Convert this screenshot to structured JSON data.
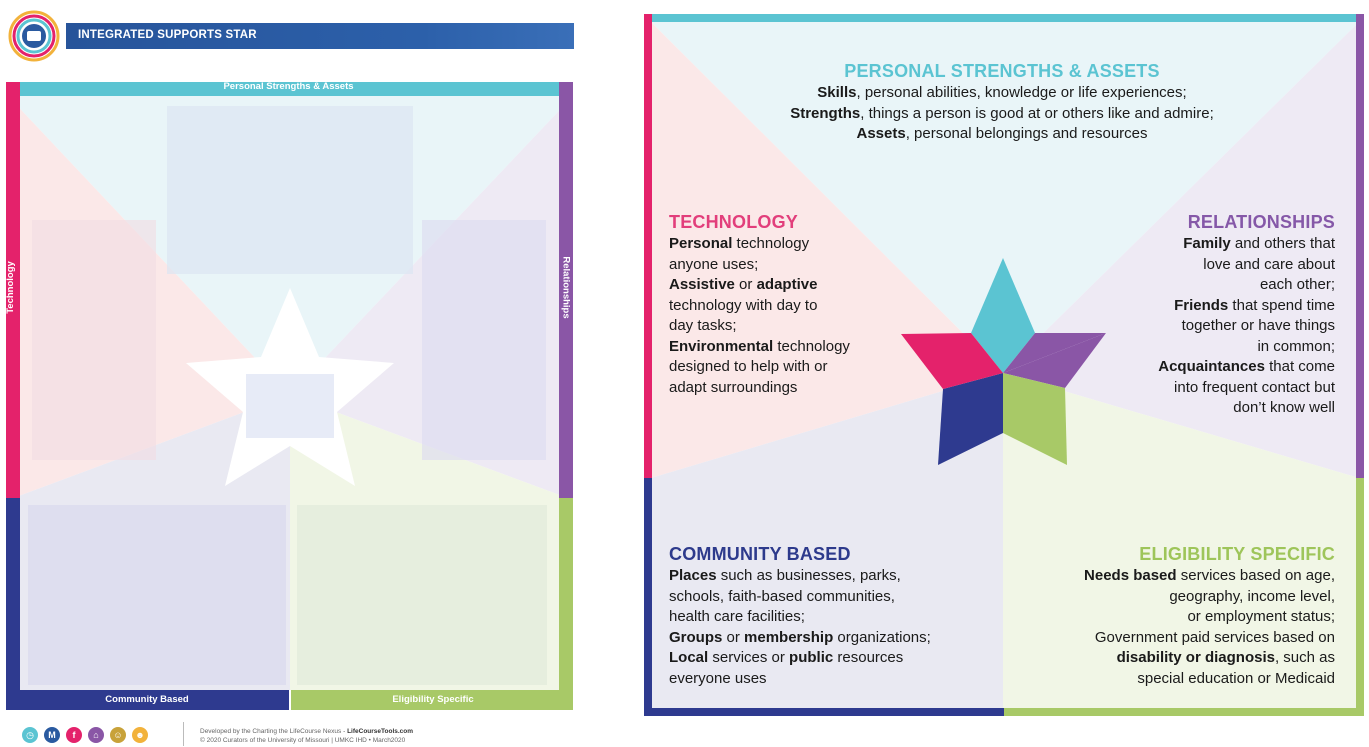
{
  "colors": {
    "cyan": "#5bc4d2",
    "pink": "#e4226b",
    "purple": "#8a56a6",
    "navy": "#2e3a8f",
    "green": "#a8c967",
    "title_bar": "#2a5aa0"
  },
  "worksheet": {
    "logo_icon": "lifecourse-logo-icon",
    "title": "INTEGRATED SUPPORTS STAR",
    "labels": {
      "top": "Personal Strengths & Assets",
      "left": "Technology",
      "right": "Relationships",
      "bottom_left": "Community Based",
      "bottom_right": "Eligibility Specific"
    },
    "footer": {
      "icons": [
        "clock-icon",
        "M",
        "f",
        "home-icon",
        "people-icon",
        "person-icon"
      ],
      "line1_prefix": "Developed by the Charting the LifeCourse Nexus - ",
      "line1_site": "LifeCourseTools.com",
      "line2": "© 2020 Curators of the University of Missouri  |  UMKC IHD  •  March2020"
    }
  },
  "legend": {
    "personal": {
      "title": "PERSONAL STRENGTHS & ASSETS",
      "lines": [
        {
          "bold": "Skills",
          "text": ", personal abilities, knowledge or life experiences;"
        },
        {
          "bold": "Strengths",
          "text": ", things a person is good at or others like and admire;"
        },
        {
          "bold": "Assets",
          "text": ", personal belongings and resources"
        }
      ]
    },
    "technology": {
      "title": "TECHNOLOGY",
      "lines": [
        {
          "bold": "Personal",
          "text": " technology"
        },
        {
          "bold": "",
          "text": "anyone uses;"
        },
        {
          "bold": "Assistive",
          "text": " or ",
          "bold2": "adaptive"
        },
        {
          "bold": "",
          "text": "technology with day to"
        },
        {
          "bold": "",
          "text": "day tasks;"
        },
        {
          "bold": "Environmental",
          "text": " technology"
        },
        {
          "bold": "",
          "text": "designed to help with or"
        },
        {
          "bold": "",
          "text": "adapt surroundings"
        }
      ]
    },
    "relationships": {
      "title": "RELATIONSHIPS",
      "lines": [
        {
          "bold": "Family",
          "text": " and others that"
        },
        {
          "bold": "",
          "text": "love and care about"
        },
        {
          "bold": "",
          "text": "each other;"
        },
        {
          "bold": "Friends",
          "text": " that spend time"
        },
        {
          "bold": "",
          "text": "together or have things"
        },
        {
          "bold": "",
          "text": "in common;"
        },
        {
          "bold": "Acquaintances",
          "text": " that come"
        },
        {
          "bold": "",
          "text": "into frequent contact but"
        },
        {
          "bold": "",
          "text": "don’t know well"
        }
      ]
    },
    "community": {
      "title": "COMMUNITY BASED",
      "lines": [
        {
          "bold": "Places",
          "text": " such as businesses, parks,"
        },
        {
          "bold": "",
          "text": "schools, faith-based communities,"
        },
        {
          "bold": "",
          "text": "health care facilities;"
        },
        {
          "bold": "Groups",
          "text": " or ",
          "bold2": "membership",
          "text2": " organizations;"
        },
        {
          "bold": "Local",
          "text": " services or ",
          "bold2": "public",
          "text2": " resources"
        },
        {
          "bold": "",
          "text": "everyone uses"
        }
      ]
    },
    "eligibility": {
      "title": "ELIGIBILITY SPECIFIC",
      "lines": [
        {
          "bold": "Needs based",
          "text": " services based on age,"
        },
        {
          "bold": "",
          "text": "geography, income level,"
        },
        {
          "bold": "",
          "text": "or employment status;"
        },
        {
          "bold": "",
          "text": "Government paid services based on"
        },
        {
          "bold": "disability or diagnosis",
          "text": ", such as"
        },
        {
          "bold": "",
          "text": "special education or Medicaid"
        }
      ]
    }
  }
}
